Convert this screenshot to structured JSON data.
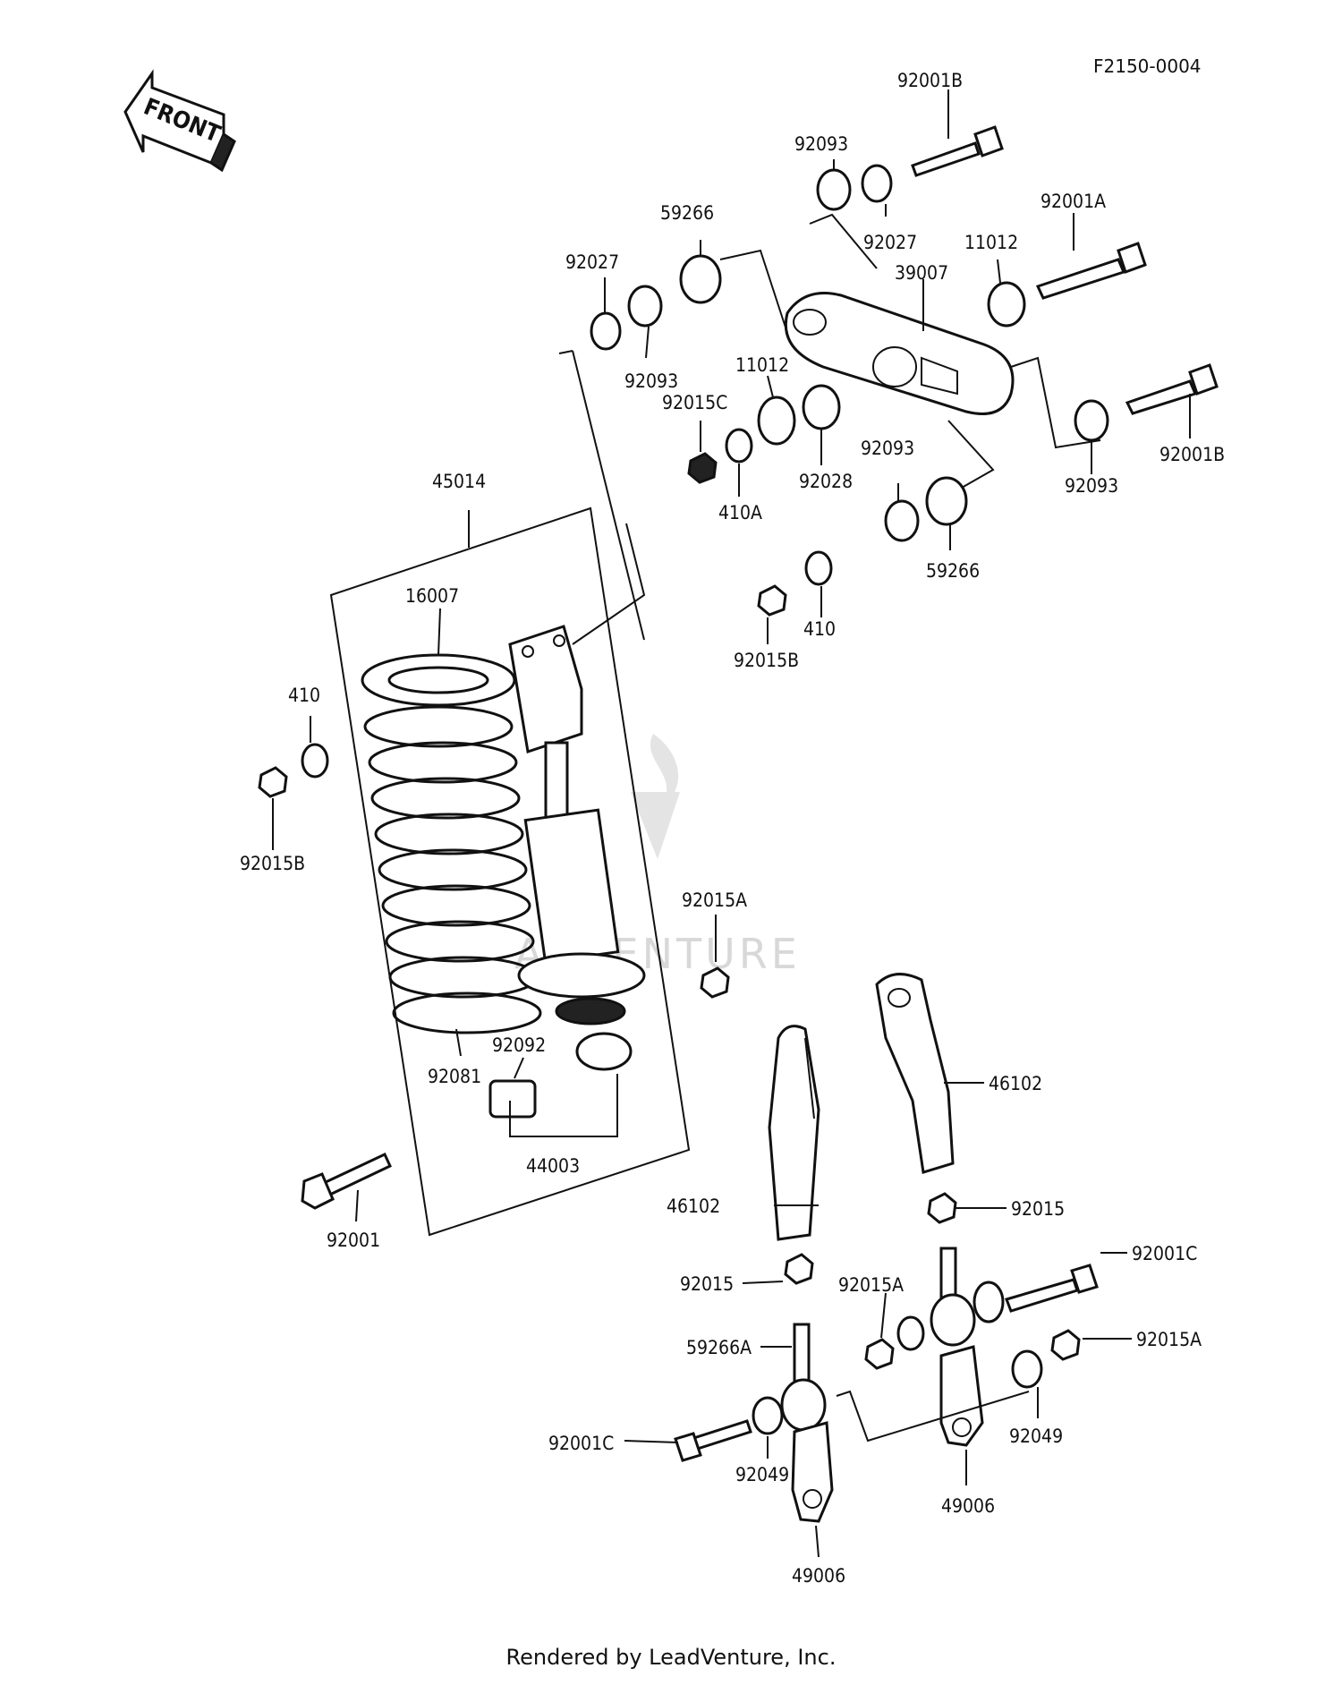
{
  "diagram_code": "F2150-0004",
  "front_label": "FRONT",
  "watermark": "ADVENTURE",
  "footer": "Rendered by LeadVenture, Inc.",
  "labels": {
    "p92001B_top": "92001B",
    "p92093_a": "92093",
    "p92027_a": "92027",
    "p92001A": "92001A",
    "p11012_a": "11012",
    "p39007": "39007",
    "p59266_a": "59266",
    "p92027_b": "92027",
    "p92093_b": "92093",
    "p11012_b": "11012",
    "p92015C": "92015C",
    "p410A": "410A",
    "p92028": "92028",
    "p92093_c": "92093",
    "p59266_b": "59266",
    "p92001B_r": "92001B",
    "p92093_d": "92093",
    "p92015B_a": "92015B",
    "p410_a": "410",
    "p45014": "45014",
    "p16007": "16007",
    "p410_b": "410",
    "p92015B_b": "92015B",
    "p92015A_a": "92015A",
    "p92092": "92092",
    "p92081": "92081",
    "p44003": "44003",
    "p92001": "92001",
    "p46102_r": "46102",
    "p46102_l": "46102",
    "p92015_r": "92015",
    "p92015_l": "92015",
    "p92001C_r": "92001C",
    "p92015A_b": "92015A",
    "p92015A_c": "92015A",
    "p59266A": "59266A",
    "p92001C_l": "92001C",
    "p92049_l": "92049",
    "p92049_r": "92049",
    "p49006_r": "49006",
    "p49006_l": "49006"
  }
}
